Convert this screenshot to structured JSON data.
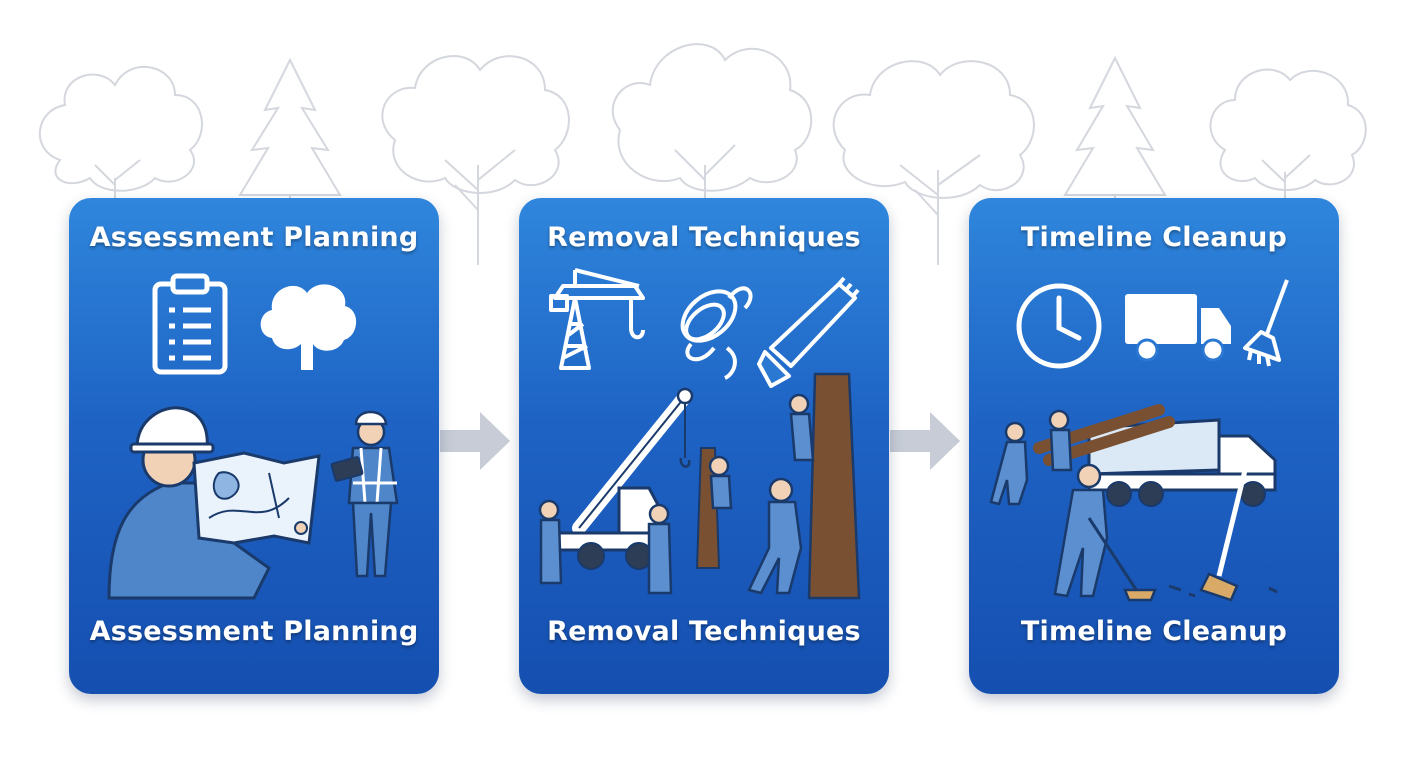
{
  "steps": [
    {
      "title": "Assessment Planning",
      "caption": "Assessment Planning"
    },
    {
      "title": "Removal Techniques",
      "caption": "Removal Techniques"
    },
    {
      "title": "Timeline Cleanup",
      "caption": "Timeline Cleanup"
    }
  ],
  "icons": {
    "step_1": [
      "clipboard-icon",
      "tree-icon"
    ],
    "step_2": [
      "crane-icon",
      "rope-icon",
      "hand-saw-icon"
    ],
    "step_3": [
      "clock-icon",
      "truck-icon",
      "broom-icon"
    ]
  },
  "colors": {
    "card_top": "#2f86dc",
    "card_bottom": "#154fb0",
    "arrow": "#c7ccd6",
    "tree_outline": "#d3d6dc",
    "worker_fill": "#5b8fd0"
  }
}
